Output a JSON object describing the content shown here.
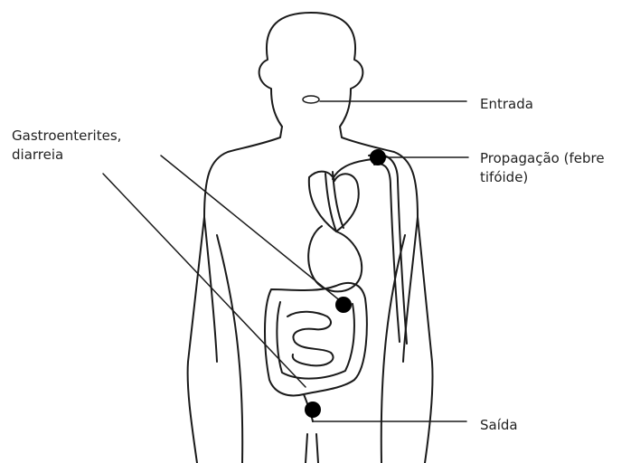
{
  "labels": {
    "entrada": "Entrada",
    "gastro_line1": "Gastroenterites,",
    "gastro_line2": "diarreia",
    "propagacao_line1": "Propagação (febre",
    "propagacao_line2": "tifóide)",
    "saida": "Saída"
  },
  "colors": {
    "outline": "#1a1a1a",
    "marker": "#000000",
    "background": "#ffffff"
  }
}
